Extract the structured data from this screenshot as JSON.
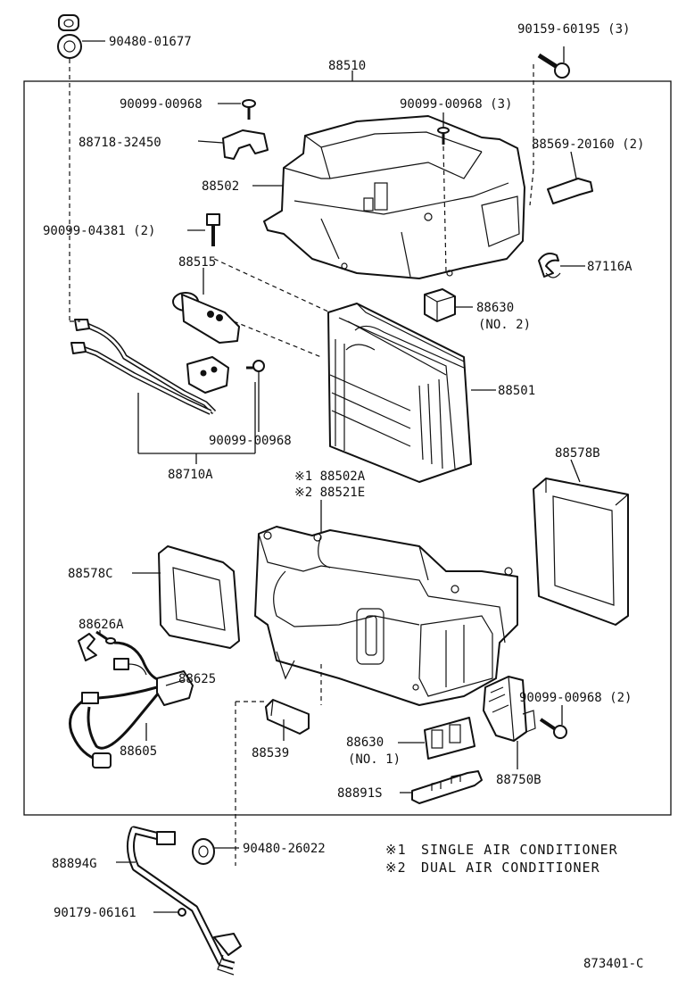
{
  "diagram": {
    "diagram_number": "873401-C",
    "assembly_number": "88510",
    "notes": [
      {
        "mark": "※1",
        "text": "SINGLE AIR CONDITIONER"
      },
      {
        "mark": "※2",
        "text": "DUAL AIR CONDITIONER"
      }
    ],
    "labels": {
      "p90480_01677": "90480-01677",
      "p90159_60195": "90159-60195 (3)",
      "p88510": "88510",
      "p90099_00968_a": "90099-00968",
      "p90099_00968_3": "90099-00968 (3)",
      "p88718_32450": "88718-32450",
      "p88569_20160": "88569-20160 (2)",
      "p88502": "88502",
      "p90099_04381": "90099-04381 (2)",
      "p87116A": "87116A",
      "p88515": "88515",
      "p88630_no2": "88630",
      "p88630_no2_sub": "(NO. 2)",
      "p88501": "88501",
      "p90099_00968_b": "90099-00968",
      "p88710A": "88710A",
      "p88578B": "88578B",
      "p88502A": "※1 88502A",
      "p88521E": "※2 88521E",
      "p88578C": "88578C",
      "p88626A": "88626A",
      "p88625": "88625",
      "p90099_00968_2": "90099-00968 (2)",
      "p88605": "88605",
      "p88539": "88539",
      "p88630_no1": "88630",
      "p88630_no1_sub": "(NO. 1)",
      "p88750B": "88750B",
      "p88891S": "88891S",
      "p88894G": "88894G",
      "p90480_26022": "90480-26022",
      "p90179_06161": "90179-06161"
    }
  }
}
